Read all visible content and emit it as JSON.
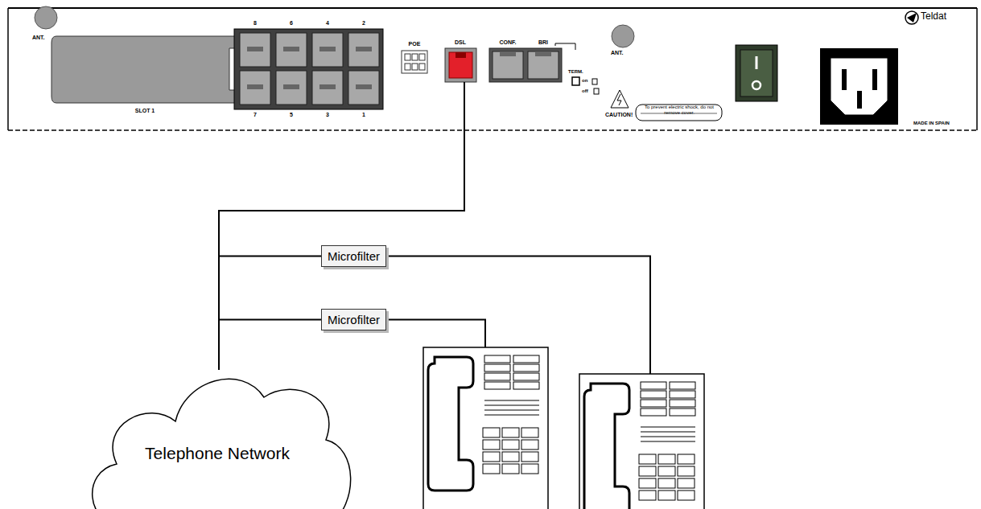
{
  "diagram": {
    "nodes": [
      {
        "text": [
          "Microfilter"
        ]
      },
      {
        "text": [
          "Microfilter"
        ]
      },
      {
        "text": [
          "Telephone Network"
        ]
      }
    ],
    "edges": [
      {
        "from": 2,
        "to": 0,
        "arrow": "none"
      },
      {
        "from": 2,
        "to": 1,
        "arrow": "none"
      }
    ],
    "labels": [
      "ANT.",
      "SLOT 1",
      "8",
      "6",
      "4",
      "2",
      "7",
      "5",
      "3",
      "1",
      "POE",
      "DSL",
      "CONF.",
      "BRI",
      "TERM.",
      "on",
      "off",
      "ANT.",
      "CAUTION!",
      "To prevent electric shock, do not remove cover.",
      "Teldat",
      "MADE IN SPAIN"
    ]
  }
}
